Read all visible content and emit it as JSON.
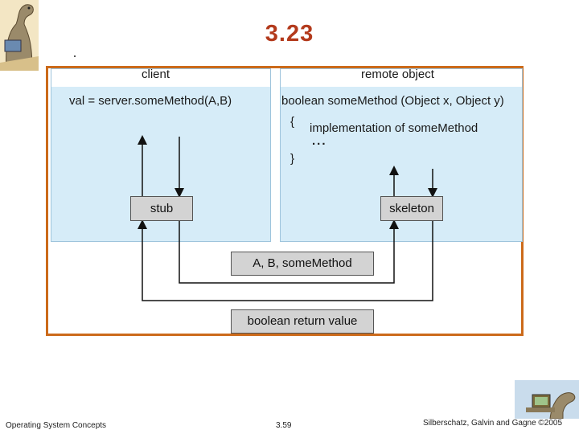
{
  "slide": {
    "title": "3.23"
  },
  "diagram": {
    "client_label": "client",
    "remote_label": "remote object",
    "client_code": "val = server.someMethod(A,B)",
    "remote_signature": "boolean someMethod (Object x, Object y)",
    "open_brace": "{",
    "implementation_text": "implementation of someMethod",
    "ellipsis": "...",
    "close_brace": "}",
    "stub_label": "stub",
    "skeleton_label": "skeleton",
    "params_label": "A, B, someMethod",
    "return_label": "boolean return value",
    "colors": {
      "frame": "#cc6a1a",
      "panel": "#d6ecf8",
      "box": "#d3d3d3",
      "title": "#b33a1c"
    }
  },
  "footer": {
    "left": "Operating System Concepts",
    "center": "3.59",
    "right": "Silberschatz, Galvin and Gagne ©2005"
  },
  "decorations": {
    "top_left_image": "dinosaur-logo-icon",
    "bottom_right_image": "dinosaur-computer-icon"
  }
}
